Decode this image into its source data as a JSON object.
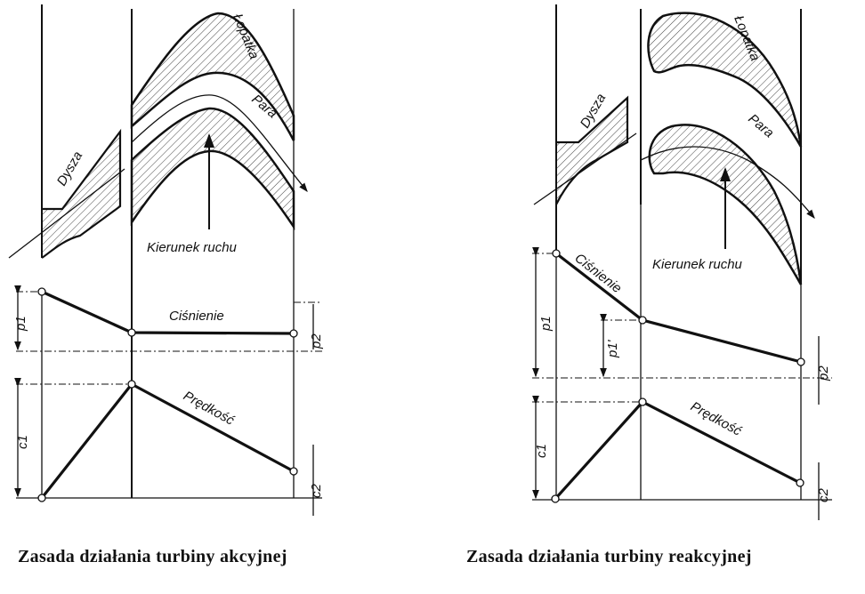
{
  "impulse": {
    "blade_label": "Łopatka",
    "steam_label": "Para",
    "nozzle_label": "Dysza",
    "motion_label": "Kierunek ruchu",
    "pressure_label": "Ciśnienie",
    "velocity_label": "Prędkość",
    "p1": "p1",
    "p2": "p2",
    "c1": "c1",
    "c2": "c2",
    "caption": "Zasada działania turbiny akcyjnej"
  },
  "reaction": {
    "blade_label": "Łopatka",
    "steam_label": "Para",
    "nozzle_label": "Dysza",
    "motion_label": "Kierunek ruchu",
    "pressure_label": "Ciśnienie",
    "velocity_label": "Prędkość",
    "p1": "p1",
    "p1_prime": "p1'",
    "p2": "p2",
    "c1": "c1",
    "c2": "c2",
    "caption": "Zasada działania turbiny reakcyjnej"
  }
}
